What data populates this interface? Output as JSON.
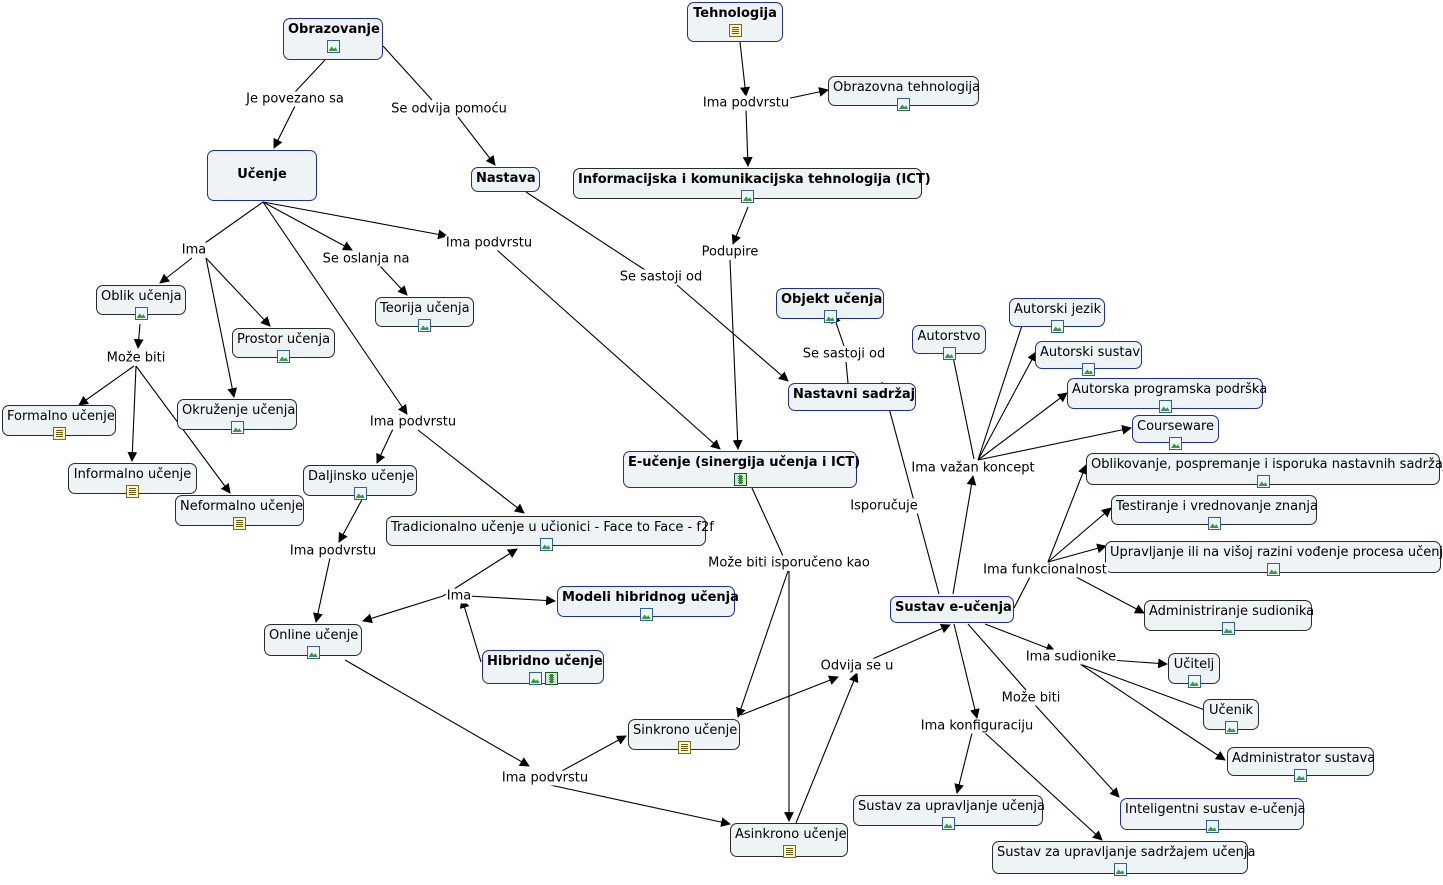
{
  "concept_map": {
    "nodes": [
      {
        "id": "obrazovanje",
        "label": "Obrazovanje",
        "style": "root",
        "icons": [
          "image"
        ]
      },
      {
        "id": "tehnologija",
        "label": "Tehnologija",
        "style": "root",
        "icons": [
          "doc"
        ]
      },
      {
        "id": "obraz_teh",
        "label": "Obrazovna tehnologija",
        "style": "plain",
        "icons": [
          "image"
        ]
      },
      {
        "id": "ucenje",
        "label": "Učenje",
        "style": "main",
        "icons": []
      },
      {
        "id": "nastava",
        "label": "Nastava",
        "style": "main",
        "icons": []
      },
      {
        "id": "ict",
        "label": "Informacijska i komunikacijska tehnologija (ICT)",
        "style": "plain_bold",
        "icons": [
          "image"
        ]
      },
      {
        "id": "oblik",
        "label": "Oblik učenja",
        "style": "plain",
        "icons": [
          "image"
        ]
      },
      {
        "id": "prostor",
        "label": "Prostor učenja",
        "style": "plain",
        "icons": [
          "image"
        ]
      },
      {
        "id": "teorija",
        "label": "Teorija učenja",
        "style": "plain",
        "icons": [
          "image"
        ]
      },
      {
        "id": "objekt",
        "label": "Objekt učenja",
        "style": "main",
        "icons": [
          "image"
        ]
      },
      {
        "id": "autorstvo",
        "label": "Autorstvo",
        "style": "main_plain",
        "icons": [
          "image"
        ]
      },
      {
        "id": "autorski_jezik",
        "label": "Autorski jezik",
        "style": "main_plain",
        "icons": [
          "image"
        ]
      },
      {
        "id": "autorski_sustav",
        "label": "Autorski sustav",
        "style": "main_plain",
        "icons": [
          "image"
        ]
      },
      {
        "id": "autorska_prog",
        "label": "Autorska programska podrška",
        "style": "main_plain",
        "icons": [
          "image"
        ]
      },
      {
        "id": "courseware",
        "label": "Courseware",
        "style": "main_plain",
        "icons": [
          "image"
        ]
      },
      {
        "id": "formalno",
        "label": "Formalno učenje",
        "style": "plain",
        "icons": [
          "doc"
        ]
      },
      {
        "id": "okruzenje",
        "label": "Okruženje učenja",
        "style": "plain",
        "icons": [
          "image"
        ]
      },
      {
        "id": "nastavni",
        "label": "Nastavni sadržaj",
        "style": "main",
        "icons": []
      },
      {
        "id": "informalno",
        "label": "Informalno učenje",
        "style": "plain",
        "icons": [
          "doc"
        ]
      },
      {
        "id": "daljinsko",
        "label": "Daljinsko učenje",
        "style": "plain",
        "icons": [
          "image"
        ]
      },
      {
        "id": "eucenje",
        "label": "E-učenje (sinergija učenja i ICT)",
        "style": "main",
        "icons": [
          "film"
        ]
      },
      {
        "id": "oblikovanje",
        "label": "Oblikovanje, pospremanje i isporuka nastavnih sadržaja",
        "style": "plain",
        "icons": [
          "image"
        ]
      },
      {
        "id": "neformalno",
        "label": "Neformalno učenje",
        "style": "plain",
        "icons": [
          "doc"
        ]
      },
      {
        "id": "tradicionalno",
        "label": "Tradicionalno učenje u učionici - Face to Face - f2f",
        "style": "plain",
        "icons": [
          "image"
        ]
      },
      {
        "id": "testiranje",
        "label": "Testiranje i vrednovanje znanja",
        "style": "plain",
        "icons": [
          "image"
        ]
      },
      {
        "id": "upravljanje",
        "label": "Upravljanje ili na višoj razini vođenje procesa učenja",
        "style": "plain",
        "icons": [
          "image"
        ]
      },
      {
        "id": "modeli",
        "label": "Modeli hibridnog učenja",
        "style": "main",
        "icons": [
          "image"
        ]
      },
      {
        "id": "sustav",
        "label": "Sustav e-učenja",
        "style": "main",
        "icons": []
      },
      {
        "id": "administriranje",
        "label": "Administriranje sudionika",
        "style": "plain",
        "icons": [
          "image"
        ]
      },
      {
        "id": "online",
        "label": "Online učenje",
        "style": "plain",
        "icons": [
          "image"
        ]
      },
      {
        "id": "hibridno",
        "label": "Hibridno učenje",
        "style": "main",
        "icons": [
          "image",
          "film"
        ]
      },
      {
        "id": "ucitelj",
        "label": "Učitelj",
        "style": "plain",
        "icons": [
          "image"
        ]
      },
      {
        "id": "ucenik",
        "label": "Učenik",
        "style": "plain",
        "icons": [
          "image"
        ]
      },
      {
        "id": "sinkrono",
        "label": "Sinkrono učenje",
        "style": "plain",
        "icons": [
          "doc"
        ]
      },
      {
        "id": "admin_sustava",
        "label": "Administrator sustava",
        "style": "plain",
        "icons": [
          "image"
        ]
      },
      {
        "id": "sustav_upr_ucenja",
        "label": "Sustav za upravljanje učenja",
        "style": "plain",
        "icons": [
          "image"
        ]
      },
      {
        "id": "inteligentni",
        "label": "Inteligentni sustav e-učenja",
        "style": "main_plain",
        "icons": [
          "image"
        ]
      },
      {
        "id": "asinkrono",
        "label": "Asinkrono učenje",
        "style": "plain",
        "icons": [
          "doc"
        ]
      },
      {
        "id": "sustav_upr_sadrzajem",
        "label": "Sustav za upravljanje sadržajem učenja",
        "style": "plain",
        "icons": [
          "image"
        ]
      }
    ],
    "linking_phrases": [
      {
        "id": "lp_povezano",
        "label": "Je povezano sa"
      },
      {
        "id": "lp_odvija",
        "label": "Se odvija pomoću"
      },
      {
        "id": "lp_ima_podv_teh",
        "label": "Ima podvrstu"
      },
      {
        "id": "lp_podupire",
        "label": "Podupire"
      },
      {
        "id": "lp_ima",
        "label": "Ima"
      },
      {
        "id": "lp_oslanja",
        "label": "Se oslanja na"
      },
      {
        "id": "lp_ima_podv_ucenje",
        "label": "Ima podvrstu"
      },
      {
        "id": "lp_sastoji_nastava",
        "label": "Se sastoji od"
      },
      {
        "id": "lp_moze_biti_oblik",
        "label": "Može biti"
      },
      {
        "id": "lp_sastoji_nastavni",
        "label": "Se sastoji od"
      },
      {
        "id": "lp_ima_podv_mid",
        "label": "Ima podvrstu"
      },
      {
        "id": "lp_vazan",
        "label": "Ima važan koncept"
      },
      {
        "id": "lp_isporucuje",
        "label": "Isporučuje"
      },
      {
        "id": "lp_ima_podv_dalj",
        "label": "Ima podvrstu"
      },
      {
        "id": "lp_moze_isporuceno",
        "label": "Može biti isporučeno kao"
      },
      {
        "id": "lp_funkcionalnost",
        "label": "Ima funkcionalnost"
      },
      {
        "id": "lp_ima_hib",
        "label": "Ima"
      },
      {
        "id": "lp_sudionike",
        "label": "Ima sudionike"
      },
      {
        "id": "lp_odvija_u",
        "label": "Odvija se u"
      },
      {
        "id": "lp_moze_biti_sustav",
        "label": "Može biti"
      },
      {
        "id": "lp_konfiguraciju",
        "label": "Ima konfiguraciju"
      },
      {
        "id": "lp_ima_podv_online",
        "label": "Ima podvrstu"
      }
    ]
  }
}
